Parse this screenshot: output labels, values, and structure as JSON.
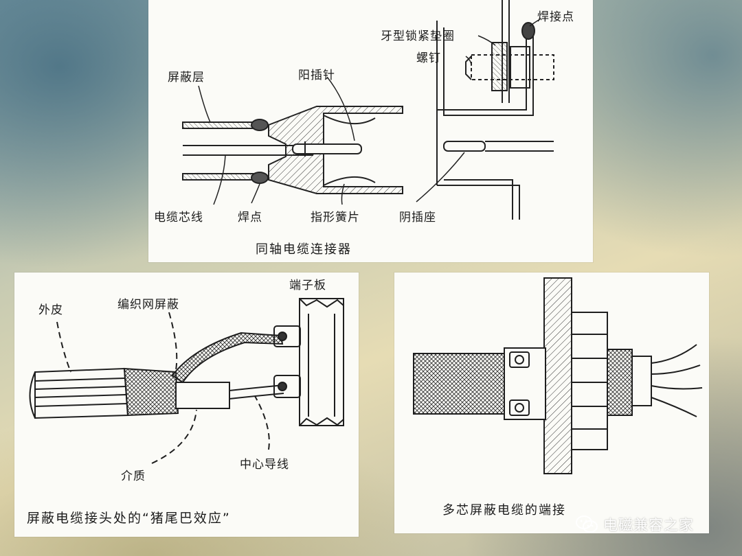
{
  "panel_top": {
    "caption": "同轴电缆连接器",
    "labels": {
      "shield_layer": "屏蔽层",
      "male_pin": "阳插针",
      "lock_washer": "牙型锁紧垫圈",
      "solder_point_top": "焊接点",
      "screw": "螺钉",
      "core_wire": "电缆芯线",
      "solder_point": "焊点",
      "finger_spring": "指形簧片",
      "female_socket": "阴插座"
    }
  },
  "panel_left": {
    "caption": "屏蔽电缆接头处的“猪尾巴效应”",
    "labels": {
      "outer_jacket": "外皮",
      "braided_shield": "编织网屏蔽",
      "terminal_board": "端子板",
      "dielectric": "介质",
      "center_conductor": "中心导线"
    }
  },
  "panel_right": {
    "caption": "多芯屏蔽电缆的端接"
  },
  "watermark": {
    "text": "电磁兼容之家",
    "icon": "wechat-icon"
  }
}
